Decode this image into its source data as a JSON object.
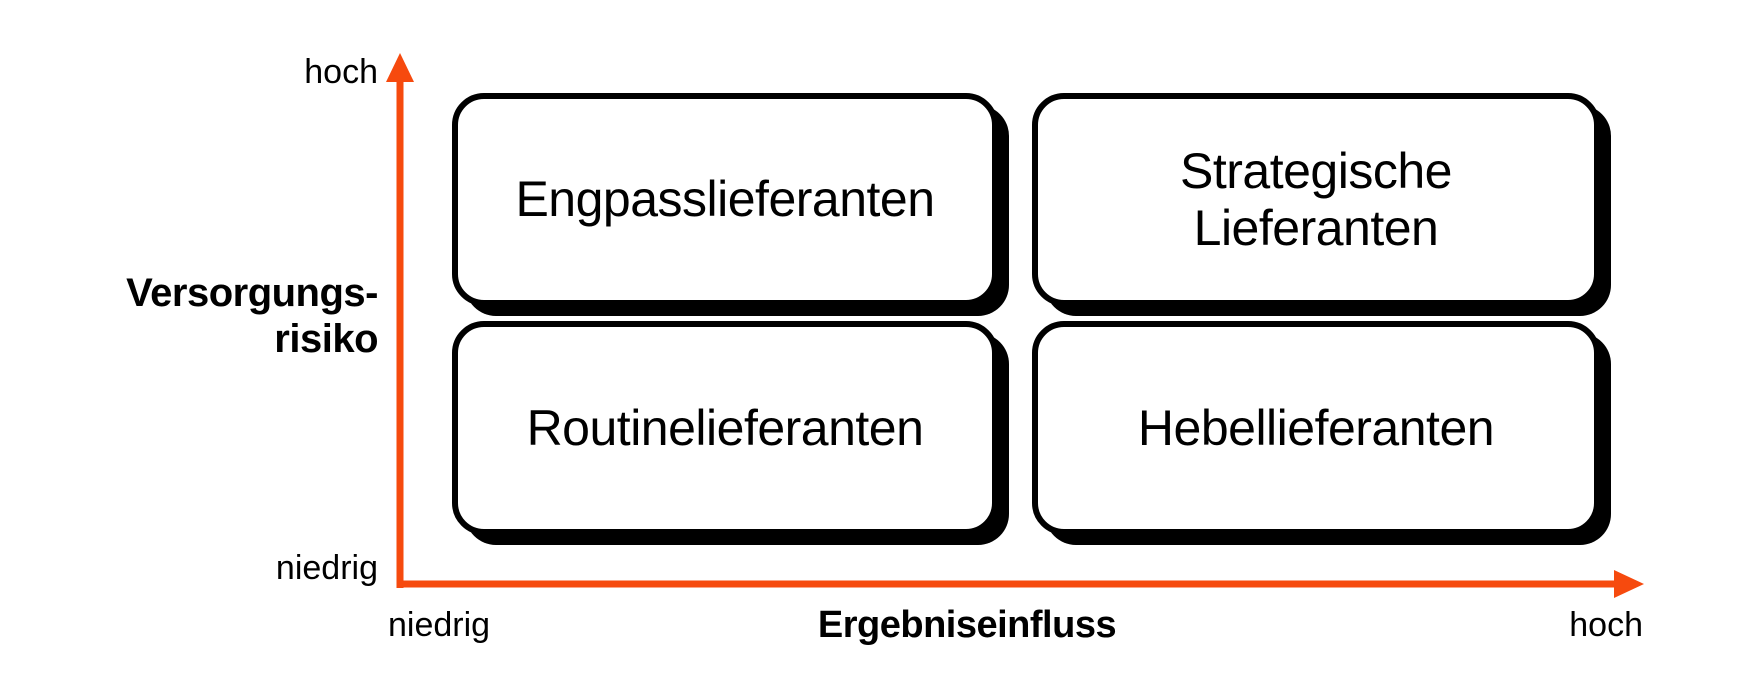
{
  "colors": {
    "axis": "#F64A0E",
    "ink": "#000000",
    "paper": "#FFFFFF",
    "box_fill": "#FFFFFF"
  },
  "y_axis": {
    "title": "Versorgungs-\nrisiko",
    "top_label": "hoch",
    "bottom_label": "niedrig"
  },
  "x_axis": {
    "title": "Ergebniseinfluss",
    "left_label": "niedrig",
    "right_label": "hoch"
  },
  "quadrants": {
    "top_left": "Engpasslieferanten",
    "top_right": "Strategische\nLieferanten",
    "bottom_left": "Routinelieferanten",
    "bottom_right": "Hebellieferanten"
  }
}
